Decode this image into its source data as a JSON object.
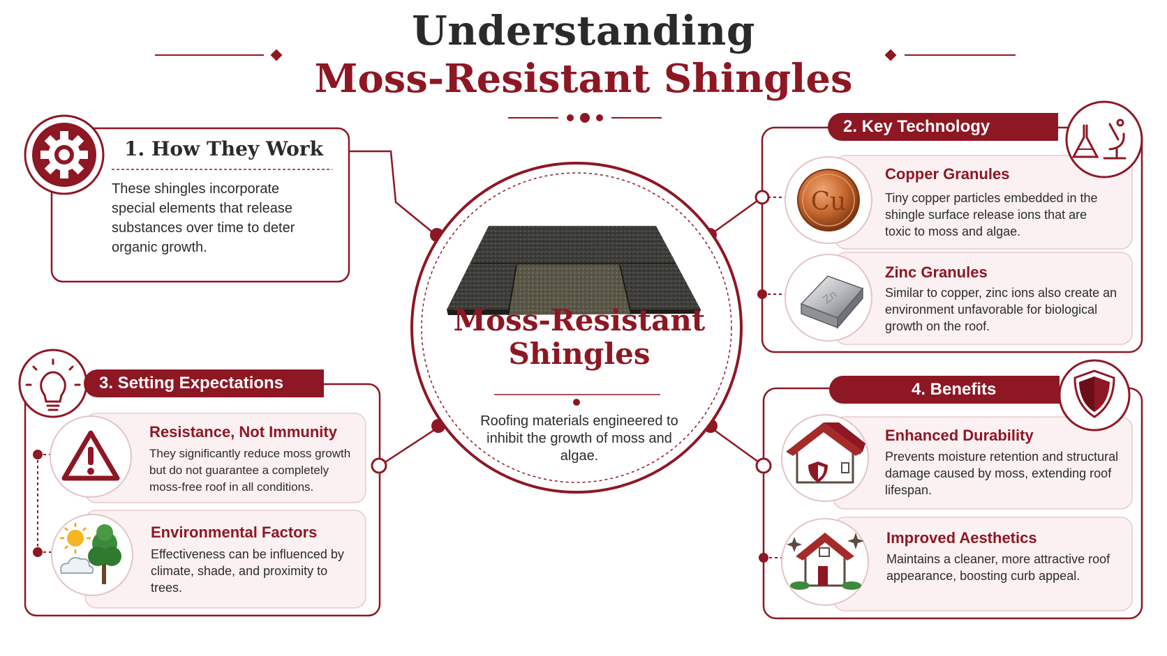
{
  "header": {
    "title_line1": "Understanding",
    "title_line2": "Moss-Resistant Shingles"
  },
  "center": {
    "title": "Moss-Resistant Shingles",
    "description": "Roofing materials engineered to inhibit the growth of moss and algae."
  },
  "how_they_work": {
    "title": "1.  How They Work",
    "text": "These shingles incorporate special elements that release substances over time to deter organic growth."
  },
  "key_technology": {
    "title": "2.  Key Technology",
    "items": [
      {
        "title": "Copper Granules",
        "text": "Tiny copper particles embedded in the shingle surface release ions that are toxic to moss and algae.",
        "icon_label": "Cu"
      },
      {
        "title": "Zinc Granules",
        "text": "Similar to copper, zinc ions also create an environment unfavorable for biological growth on the roof.",
        "icon_label": "Zn"
      }
    ]
  },
  "setting_expectations": {
    "title": "3.  Setting Expectations",
    "items": [
      {
        "title": "Resistance, Not Immunity",
        "text": "They significantly reduce moss growth but do not guarantee a completely moss-free roof in all conditions."
      },
      {
        "title": "Environmental Factors",
        "text": "Effectiveness can be influenced by climate, shade, and proximity to trees."
      }
    ]
  },
  "benefits": {
    "title": "4.  Benefits",
    "items": [
      {
        "title": "Enhanced Durability",
        "text": "Prevents moisture retention and structural damage caused by moss, extending roof lifespan."
      },
      {
        "title": "Improved Aesthetics",
        "text": "Maintains a cleaner, more attractive roof appearance, boosting curb appeal."
      }
    ]
  },
  "icons": [
    "gear-icon",
    "lab-flask-microscope-icon",
    "lightbulb-icon",
    "shield-icon",
    "copper-coin-icon",
    "zinc-ingot-icon",
    "warning-icon",
    "sun-cloud-tree-icon",
    "house-shield-icon",
    "sparkle-house-icon",
    "shingles-image"
  ],
  "colors": {
    "accent": "#8e1724",
    "text": "#2b2b2b",
    "card_bg": "#fbf1f2",
    "background": "#ffffff"
  }
}
